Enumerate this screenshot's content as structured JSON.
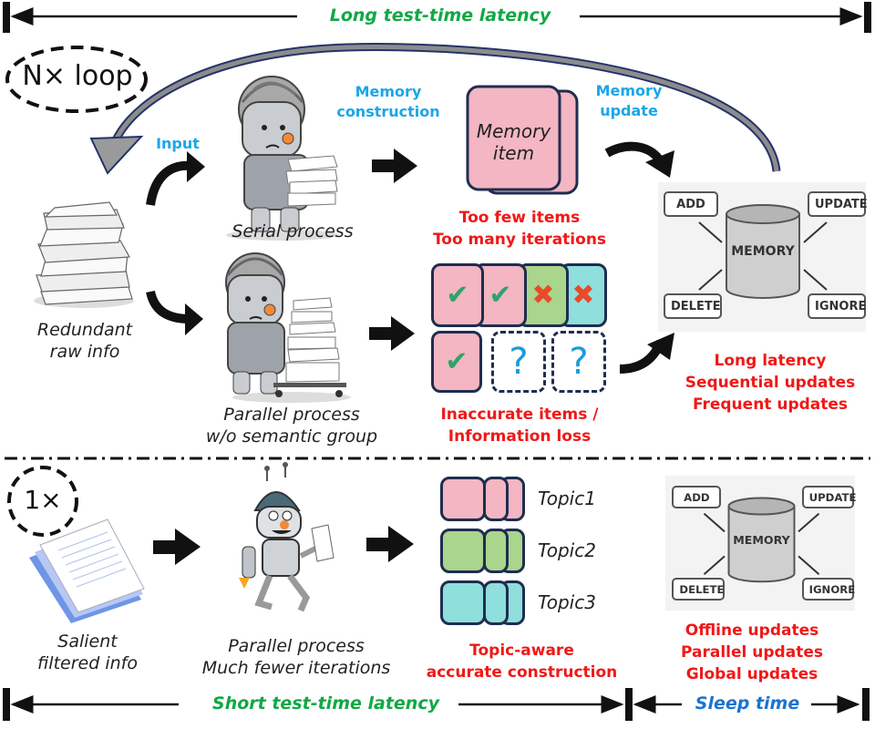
{
  "top_timeline": {
    "label": "Long test-time latency",
    "color": "#10a845"
  },
  "loop_badge_top": "N× loop",
  "loop_badge_bottom": "1×",
  "labels": {
    "input": "Input",
    "memory_construction": [
      "Memory",
      "construction"
    ],
    "memory_update": [
      "Memory",
      "update"
    ]
  },
  "top_section": {
    "raw_info_caption": [
      "Redundant",
      "raw info"
    ],
    "serial_caption": "Serial process",
    "parallel_caption": [
      "Parallel process",
      "w/o semantic group"
    ],
    "memory_item_label": [
      "Memory",
      "item"
    ],
    "serial_issues": [
      "Too few items",
      "Too many iterations"
    ],
    "parallel_issues": [
      "Inaccurate items /",
      "Information loss"
    ],
    "parallel_items": [
      {
        "color": "pink",
        "mark": "check"
      },
      {
        "color": "pink",
        "mark": "check"
      },
      {
        "color": "green",
        "mark": "cross"
      },
      {
        "color": "cyan",
        "mark": "cross"
      },
      {
        "color": "pink",
        "mark": "check"
      },
      {
        "color": "dashed",
        "mark": "question"
      },
      {
        "color": "dashed",
        "mark": "question"
      }
    ],
    "memory_ops": {
      "center": "MEMORY",
      "add": "ADD",
      "update": "UPDATE",
      "delete": "DELETE",
      "ignore": "IGNORE"
    },
    "update_issues": [
      "Long latency",
      "Sequential updates",
      "Frequent updates"
    ]
  },
  "bottom_section": {
    "filtered_caption": [
      "Salient",
      "filtered info"
    ],
    "process_caption": [
      "Parallel process",
      "Much fewer iterations"
    ],
    "topics": [
      {
        "label": "Topic1",
        "color": "pink"
      },
      {
        "label": "Topic2",
        "color": "green"
      },
      {
        "label": "Topic3",
        "color": "cyan"
      }
    ],
    "topic_caption": [
      "Topic-aware",
      "accurate construction"
    ],
    "memory_ops": {
      "center": "MEMORY",
      "add": "ADD",
      "update": "UPDATE",
      "delete": "DELETE",
      "ignore": "IGNORE"
    },
    "update_benefits": [
      "Offline updates",
      "Parallel updates",
      "Global updates"
    ]
  },
  "bottom_timeline": {
    "short_label": "Short test-time latency",
    "sleep_label": "Sleep time"
  },
  "colors": {
    "blue_label": "#1aa6e8",
    "red_label": "#f01818",
    "green_label": "#10a845",
    "sleep_label": "#1a74d0",
    "pink": "#f3b6c2",
    "green": "#a9d58c",
    "cyan": "#8fdfdc",
    "tile_border": "#1f2d4f"
  },
  "icons": [
    "robot-serial-icon",
    "robot-parallel-icon",
    "robot-running-icon",
    "paper-pile-icon",
    "document-stack-icon",
    "memory-cylinder-icon",
    "check-icon",
    "cross-icon",
    "question-icon",
    "arrow-icon",
    "loop-arrow-icon"
  ]
}
